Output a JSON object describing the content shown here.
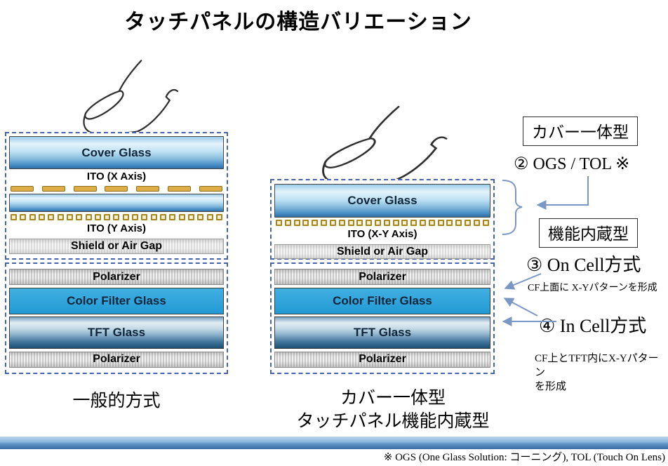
{
  "title": "タッチパネルの構造バリエーション",
  "left": {
    "caption": "一般的方式",
    "sensor_layers": [
      {
        "type": "glass",
        "label": "Cover Glass",
        "h": 47
      },
      {
        "type": "label",
        "label": "ITO (X Axis)"
      },
      {
        "type": "dashes",
        "count": 7
      },
      {
        "type": "glass",
        "label": "",
        "h": 26
      },
      {
        "type": "dots",
        "count": 23
      },
      {
        "type": "label",
        "label": "ITO (Y Axis)"
      },
      {
        "type": "shield",
        "label": "Shield or Air Gap",
        "h": 22
      }
    ],
    "lcd_layers": [
      {
        "type": "polarizer",
        "label": "Polarizer"
      },
      {
        "type": "cf",
        "label": "Color Filter Glass"
      },
      {
        "type": "tft",
        "label": "TFT Glass"
      },
      {
        "type": "polarizer",
        "label": "Polarizer"
      }
    ]
  },
  "right": {
    "caption_line1": "カバー一体型",
    "caption_line2": "タッチパネル機能内蔵型",
    "sensor_layers": [
      {
        "type": "glass",
        "label": "Cover Glass",
        "h": 48
      },
      {
        "type": "dots",
        "count": 24
      },
      {
        "type": "label",
        "label": "ITO (X-Y Axis)"
      },
      {
        "type": "shield",
        "label": "Shield or Air Gap",
        "h": 21
      }
    ],
    "lcd_layers": [
      {
        "type": "polarizer",
        "label": "Polarizer"
      },
      {
        "type": "cf",
        "label": "Color Filter Glass"
      },
      {
        "type": "tft",
        "label": "TFT Glass"
      },
      {
        "type": "polarizer",
        "label": "Polarizer"
      }
    ]
  },
  "annotations": {
    "cover_box": "カバー一体型",
    "ogs_tol": "② OGS / TOL ※",
    "embedded_box": "機能内蔵型",
    "on_cell": "③ On Cell方式",
    "on_cell_note": "CF上面に X-Yパターンを形成",
    "in_cell": "④ In Cell方式",
    "in_cell_note_line1": "CF上とTFT内にX-Yパターン",
    "in_cell_note_line2": "を形成"
  },
  "footnote": "※ OGS (One Glass Solution: コーニング),  TOL (Touch On Lens)",
  "colors": {
    "accent_arrow": "#7b97c4",
    "dashed_border": "#4663ae",
    "cf_blue": "#2ba4da",
    "ito_gold": "#dcae45",
    "bar_blue": "#3a6ea6"
  }
}
